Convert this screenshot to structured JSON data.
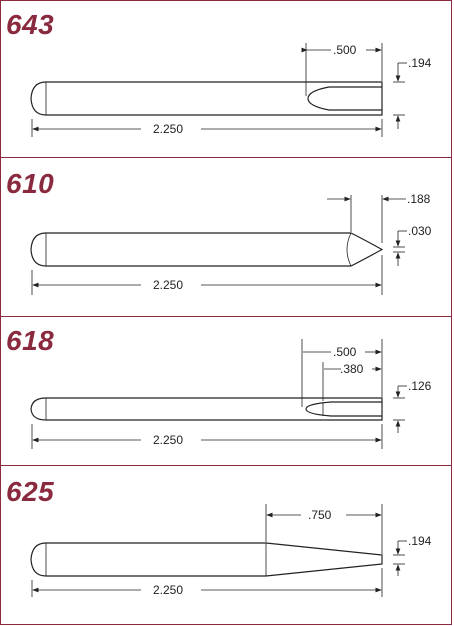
{
  "tools": [
    {
      "code": "643",
      "length": "2.250",
      "flat": ".500",
      "width": ".194"
    },
    {
      "code": "610",
      "length": "2.250",
      "point_len": ".188",
      "tip": ".030"
    },
    {
      "code": "618",
      "length": "2.250",
      "flat_outer": ".500",
      "flat_inner": ".380",
      "width": ".126"
    },
    {
      "code": "625",
      "length": "2.250",
      "taper": ".750",
      "width": ".194"
    }
  ],
  "colors": {
    "accent": "#8a2a3e",
    "line": "#222222"
  }
}
